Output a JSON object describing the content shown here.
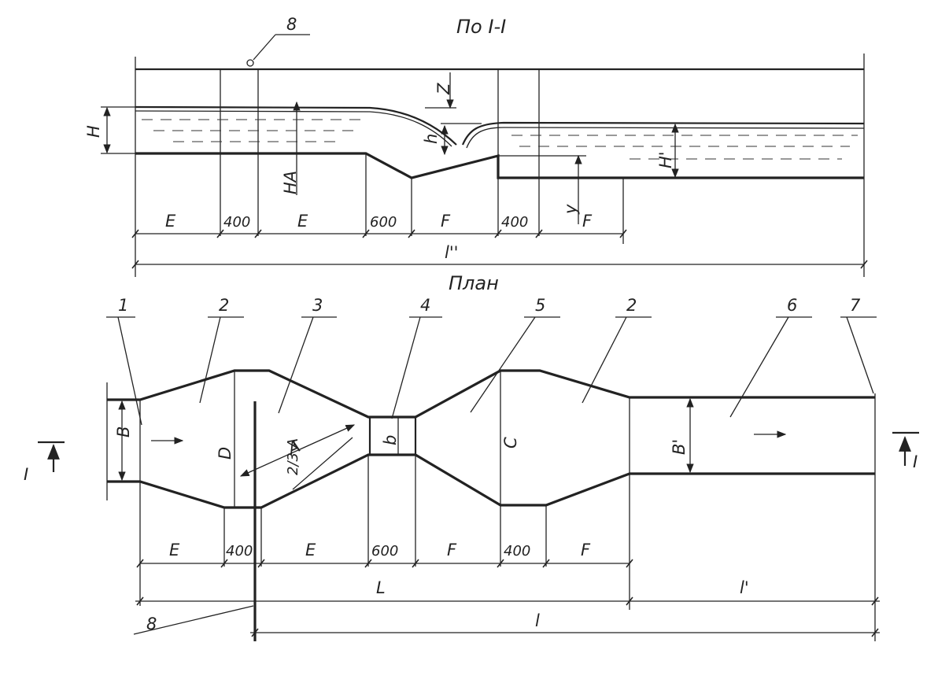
{
  "section_title": "По I-I",
  "plan_title": "План",
  "section_labels": {
    "H": "H",
    "HA": "HA",
    "Z": "Z",
    "h": "h",
    "H_prime": "H'",
    "y": "y",
    "marker_8": "8"
  },
  "section_dims": {
    "E1": "E",
    "d400a": "400",
    "E2": "E",
    "d600": "600",
    "F1": "F",
    "d400b": "400",
    "F2": "F",
    "l_double": "l''"
  },
  "plan_markers": {
    "m1": "1",
    "m2a": "2",
    "m3": "3",
    "m4": "4",
    "m5": "5",
    "m2b": "2",
    "m6": "6",
    "m7": "7",
    "m8": "8"
  },
  "plan_labels": {
    "B": "B",
    "D": "D",
    "A": "A",
    "two_thirds_A": "2/3 A",
    "b": "b",
    "C": "C",
    "B_prime": "B'",
    "cut_left": "I",
    "cut_right": "I"
  },
  "plan_dims": {
    "E1": "E",
    "d400a": "400",
    "E2": "E",
    "d600": "600",
    "F1": "F",
    "d400b": "400",
    "F2": "F",
    "L": "L",
    "l_prime": "l'",
    "l": "l"
  }
}
